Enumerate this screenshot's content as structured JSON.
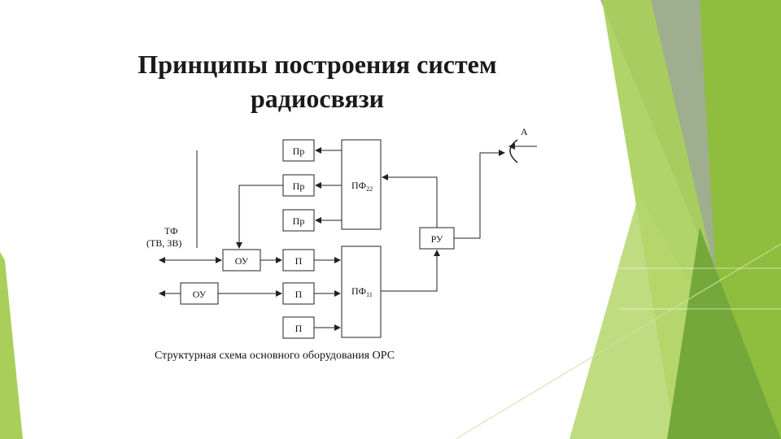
{
  "slide": {
    "title_line1": "Принципы построения систем",
    "title_line2": "радиосвязи",
    "caption": "Структурная схема основного оборудования ОРС"
  },
  "diagram": {
    "receivers": [
      "Пр",
      "Пр",
      "Пр"
    ],
    "transmitters": [
      "П",
      "П",
      "П"
    ],
    "filter_rx": {
      "main": "ПФ",
      "sub": "22"
    },
    "filter_tx": {
      "main": "ПФ",
      "sub": "11"
    },
    "splitter": "РУ",
    "terminal_1": "ОУ",
    "terminal_2": "ОУ",
    "antenna": "А",
    "input_label": "ТФ",
    "input_sublabel": "(ТВ, ЗВ)"
  },
  "colors": {
    "green_light": "#a9cf5a",
    "green_mid": "#8fbd3d",
    "green_dark": "#74a83a",
    "gray_green": "#8ea07a",
    "line": "#222222"
  }
}
